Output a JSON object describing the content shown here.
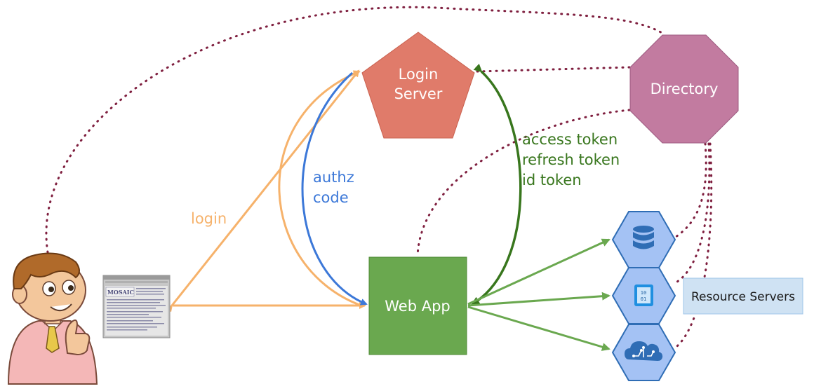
{
  "nodes": {
    "login_server": {
      "line1": "Login",
      "line2": "Server",
      "color": "#e07b6a"
    },
    "directory": {
      "label": "Directory",
      "color": "#c27ba0"
    },
    "web_app": {
      "label": "Web App",
      "color": "#6aa84f"
    },
    "resource_servers": {
      "label": "Resource Servers",
      "color": "#cfe2f3"
    }
  },
  "edge_labels": {
    "login": {
      "text": "login",
      "color": "#f6b26b"
    },
    "authz": {
      "line1": "authz",
      "line2": "code",
      "color": "#3c78d8"
    },
    "tokens": {
      "line1": "access token",
      "line2": "refresh token",
      "line3": "id token",
      "color": "#38761d"
    }
  },
  "browser_screenshot": {
    "logo": "MOSAIC"
  },
  "icons": {
    "user": "user-avatar-icon",
    "browser": "mosaic-browser-icon",
    "resource1": "database-icon",
    "resource2": "storage-binary-icon",
    "resource3": "cloud-circuit-icon"
  },
  "colors": {
    "dotted_link": "#7f1f3f",
    "resource_hex": "#a4c2f4",
    "resource_icon": "#2f6db5"
  }
}
